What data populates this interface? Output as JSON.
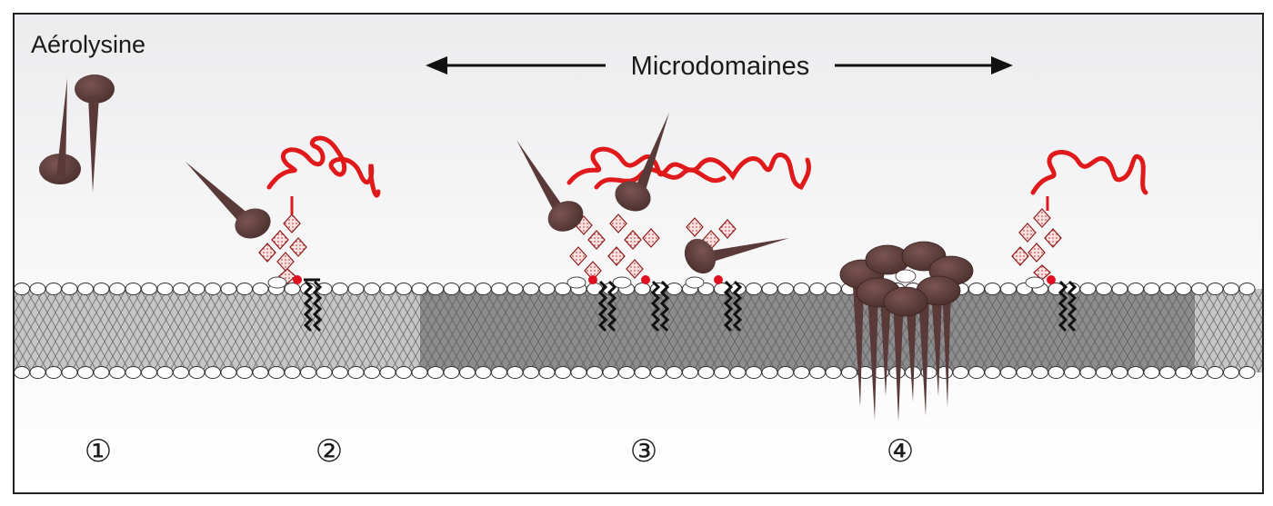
{
  "diagram": {
    "toxin_label": "Aérolysine",
    "microdomain_label": "Microdomaines",
    "steps": [
      {
        "id": "1",
        "symbol": "①"
      },
      {
        "id": "2",
        "symbol": "②"
      },
      {
        "id": "3",
        "symbol": "③"
      },
      {
        "id": "4",
        "symbol": "④"
      }
    ]
  },
  "colors": {
    "toxin": "#5a3a38",
    "glycan": "#c8101a",
    "sugar_fill": "#f2c9c9",
    "anchor_dot": "#e01020",
    "membrane_light": "#c4c4c4",
    "membrane_dark": "#8a8a8a",
    "lipid_tail": "#111111"
  }
}
